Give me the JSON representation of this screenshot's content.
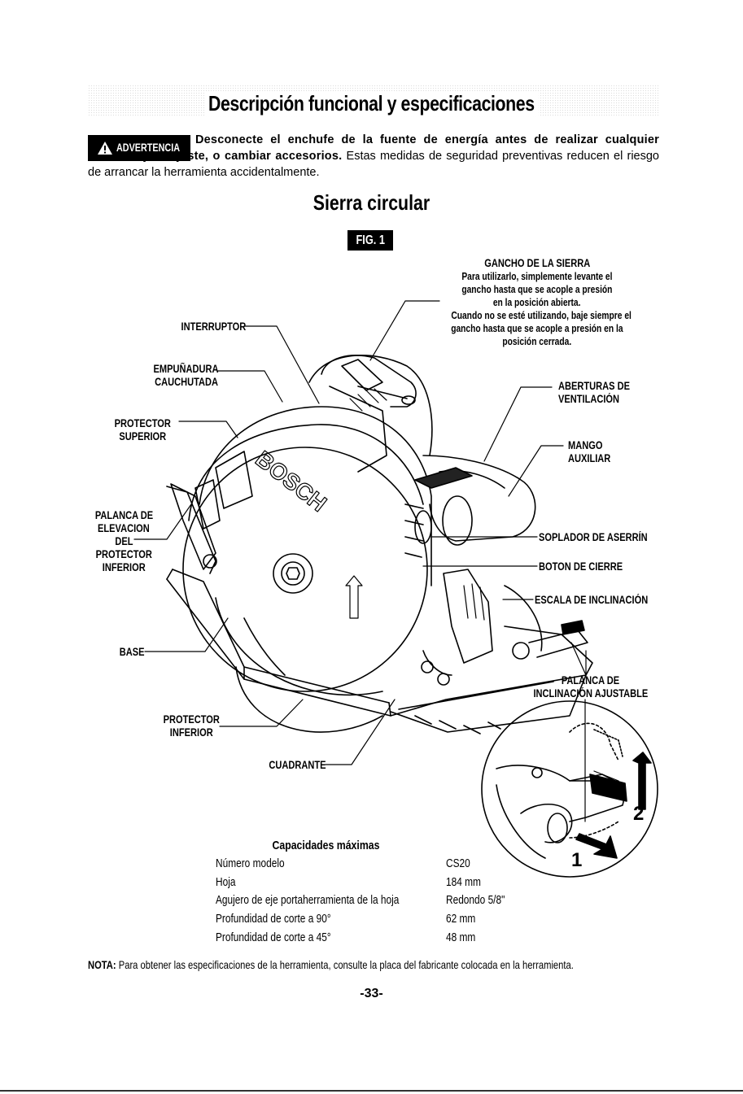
{
  "header": {
    "title": "Descripción funcional y especificaciones"
  },
  "warning": {
    "badge": "ADVERTENCIA",
    "bold_text": "Desconecte el enchufe de la fuente de energía antes de realizar cualquier ensamblaje o ajuste, o cambiar accesorios.",
    "text": " Estas medidas de seguridad preventivas reducen el riesgo de arrancar la herramienta accidentalmente."
  },
  "section_title": "Sierra circular",
  "figure_label": "FIG. 1",
  "diagram": {
    "brand": "BOSCH",
    "labels": {
      "gancho_title": "GANCHO DE LA SIERRA",
      "gancho_l1": "Para utilizarlo, simplemente levante el",
      "gancho_l2": "gancho hasta que se acople a presión",
      "gancho_l3": "en la posición abierta.",
      "gancho_l4": "Cuando no se esté utilizando, baje siempre el",
      "gancho_l5": "gancho hasta que se acople a presión en la",
      "gancho_l6": "posición cerrada.",
      "interruptor": "INTERRUPTOR",
      "empunadura_1": "EMPUÑADURA",
      "empunadura_2": "CAUCHUTADA",
      "aberturas_1": "ABERTURAS DE",
      "aberturas_2": "VENTILACIÓN",
      "protector_sup_1": "PROTECTOR",
      "protector_sup_2": "SUPERIOR",
      "mango_1": "MANGO",
      "mango_2": "AUXILIAR",
      "palanca_1": "PALANCA DE",
      "palanca_2": "ELEVACION",
      "palanca_3": "DEL",
      "palanca_4": "PROTECTOR",
      "palanca_5": "INFERIOR",
      "soplador": "SOPLADOR DE ASERRÍN",
      "boton": "BOTON DE CIERRE",
      "escala": "ESCALA DE INCLINACIÓN",
      "base": "BASE",
      "palanca_incl_1": "PALANCA DE",
      "palanca_incl_2": "INCLINACIÓN AJUSTABLE",
      "protector_inf_1": "PROTECTOR",
      "protector_inf_2": "INFERIOR",
      "cuadrante": "CUADRANTE",
      "step_1": "1",
      "step_2": "2"
    }
  },
  "specs": {
    "title": "Capacidades máximas",
    "rows": [
      {
        "label": "Número modelo",
        "value": "CS20"
      },
      {
        "label": "Hoja",
        "value": "184 mm"
      },
      {
        "label": "Agujero de eje portaherramienta de la hoja",
        "value": "Redondo 5/8\""
      },
      {
        "label": "Profundidad de corte a 90°",
        "value": "62 mm"
      },
      {
        "label": "Profundidad de corte a 45°",
        "value": "48 mm"
      }
    ]
  },
  "note": {
    "label": "NOTA:",
    "text": " Para obtener las especificaciones de la herramienta, consulte la placa del fabricante colocada en la herramienta."
  },
  "page_number": "-33-"
}
